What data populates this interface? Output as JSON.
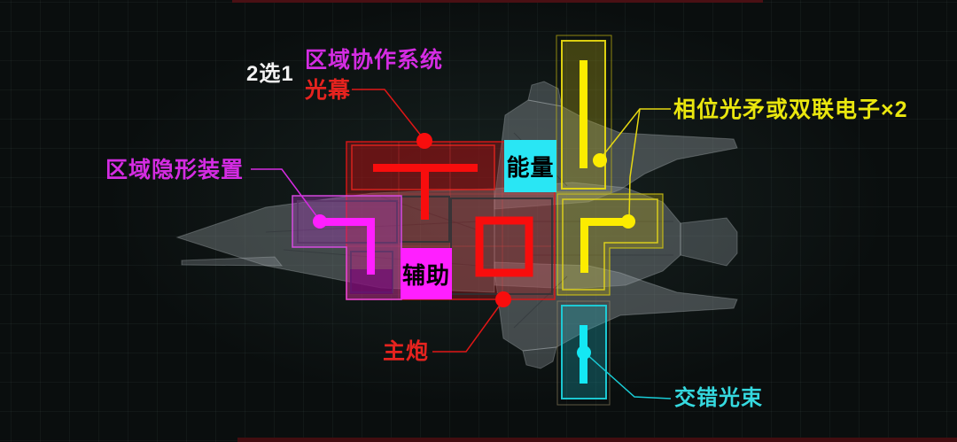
{
  "labels": {
    "choice_note": "2选1",
    "area_coop_system": "区域协作系统",
    "light_screen": "光幕",
    "area_stealth_device": "区域隐形装置",
    "phase_lance": "相位光矛或双联电子×2",
    "main_gun": "主炮",
    "cross_beam": "交错光束",
    "energy": "能量",
    "auxiliary": "辅助"
  },
  "colors": {
    "background": "#0a0e0e",
    "grid_line": "#233230",
    "label_white": "#f2f2f2",
    "label_magenta": "#d42ce2",
    "label_red": "#e6231f",
    "label_yellow": "#eae70e",
    "label_cyan": "#35d9df",
    "glyph_red": "#f80d0d",
    "glyph_magenta": "#ff1fff",
    "glyph_yellow": "#fcec00",
    "glyph_cyan": "#14e8f4",
    "energy_box_bg": "#29e6f4",
    "aux_box_bg": "#ff1fff",
    "region_red_fill": "rgba(190,22,25,0.32)",
    "region_magenta_fill": "rgba(185,60,205,0.33)",
    "region_yellow_fill": "rgba(185,170,20,0.31)",
    "region_cyan_fill": "rgba(28,175,190,0.30)",
    "accent_dark_bar": "#4a1014",
    "ship_gray": "#98a0a4"
  },
  "regions": [
    {
      "id": "red-main-zone",
      "color": "#e01616",
      "label_refs": [
        "light_screen",
        "main_gun"
      ]
    },
    {
      "id": "magenta-stealth-zone",
      "color": "#e14ce8",
      "label_refs": [
        "area_stealth_device"
      ]
    },
    {
      "id": "yellow-top-zone",
      "color": "#e6d812",
      "label_refs": [
        "phase_lance"
      ]
    },
    {
      "id": "yellow-elbow-zone",
      "color": "#e6d812",
      "label_refs": [
        "phase_lance"
      ]
    },
    {
      "id": "cyan-bottom-zone",
      "color": "#1cd0da",
      "label_refs": [
        "cross_beam"
      ]
    },
    {
      "id": "energy-slot",
      "color": "#29e6f4",
      "label_refs": [
        "energy"
      ]
    },
    {
      "id": "auxiliary-slot",
      "color": "#ff1fff",
      "label_refs": [
        "auxiliary"
      ]
    }
  ]
}
